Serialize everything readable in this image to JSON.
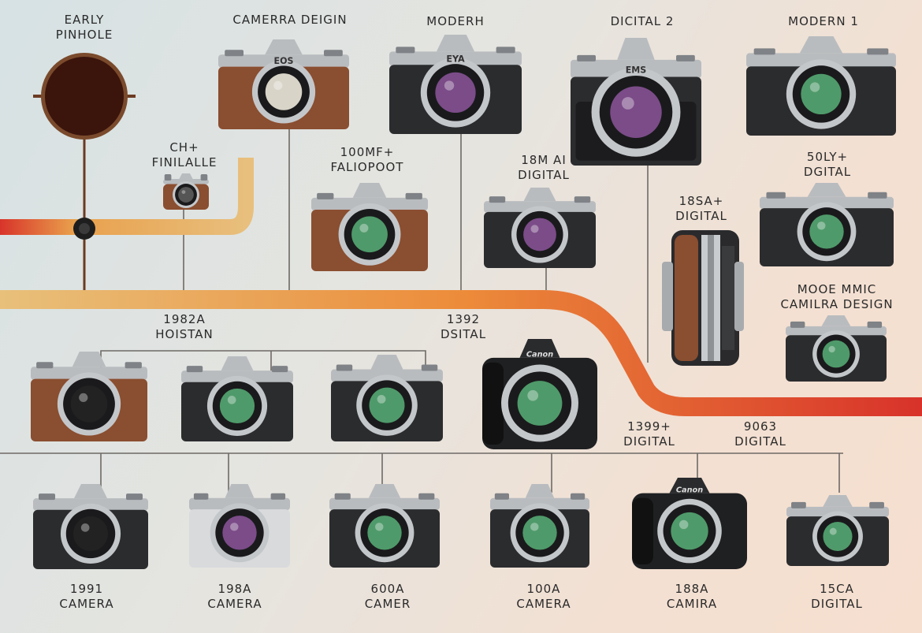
{
  "labels": {
    "early_pinhole": [
      "EARLY",
      "PINHOLE"
    ],
    "camerra_deigin": [
      "CAMERRA DEIGIN"
    ],
    "moderh": [
      "MODERH"
    ],
    "dicital_2": [
      "DICITAL 2"
    ],
    "modern_1": [
      "MODERN 1"
    ],
    "ch_finilalle": [
      "CH+",
      "FINILALLE"
    ],
    "faliopoot": [
      "100MF+",
      "FALIOPOOT"
    ],
    "digital_18m": [
      "18M AI",
      "DIGITAL"
    ],
    "digital_50": [
      "50LY+",
      "DGITAL"
    ],
    "digital_18sa": [
      "18SA+",
      "DIGITAL"
    ],
    "moce_mmic": [
      "MOOE MMIC",
      "CAMILRA DESIGN"
    ],
    "hoistan": [
      "1982A",
      "HOISTAN"
    ],
    "dsital": [
      "1392",
      "DSITAL"
    ],
    "digital_1399": [
      "1399+",
      "DIGITAL"
    ],
    "digital_9063": [
      "9063",
      "DIGITAL"
    ],
    "bottom_1": [
      "1991",
      "CAMERA"
    ],
    "bottom_2": [
      "198A",
      "CAMERA"
    ],
    "bottom_3": [
      "600A",
      "CAMER"
    ],
    "bottom_4": [
      "100A",
      "CAMERA"
    ],
    "bottom_5": [
      "188A",
      "CAMIRA"
    ],
    "bottom_6": [
      "15CA",
      "DIGITAL"
    ]
  },
  "camera_badges": {
    "camerra_deigin": "EOS",
    "moderh": "EYA",
    "dicital_2": "EMS",
    "row3_4": "Canon",
    "bottom_5": "Canon"
  },
  "colors": {
    "timeline_red": "#d83a2a",
    "timeline_orange": "#e98a3c",
    "timeline_tan": "#e9b66e",
    "connector": "#6f6a64",
    "leather_brown": "#8a4e30",
    "body_black": "#2b2c2e",
    "chrome": "#b9bcbf",
    "lens_green": "#4f9a6a",
    "lens_purple": "#7b4c88"
  },
  "icons": [
    "pinhole-camera-icon",
    "camera-icon",
    "lens-icon"
  ]
}
